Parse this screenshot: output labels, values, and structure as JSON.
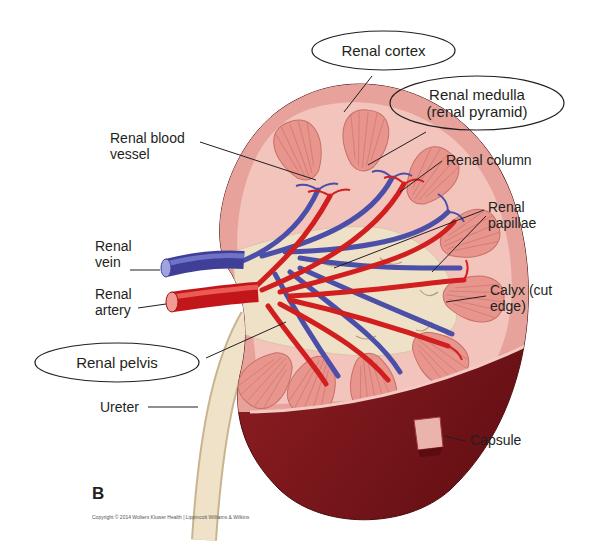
{
  "diagram": {
    "nodes": [
      {
        "text": [
          "Renal cortex"
        ]
      },
      {
        "text": [
          "Renal medulla (renal pyramid)"
        ]
      },
      {
        "text": [
          "Renal pelvis"
        ]
      }
    ],
    "labels": [
      "Renal blood vessel",
      "Renal column",
      "Renal papillae",
      "Renal vein",
      "Renal artery",
      "Calyx (cut edge)",
      "Ureter",
      "Capsule",
      "B",
      "Copyright © 2014 Wolters Kluwer Health | Lippincott Williams & Wilkins"
    ]
  }
}
